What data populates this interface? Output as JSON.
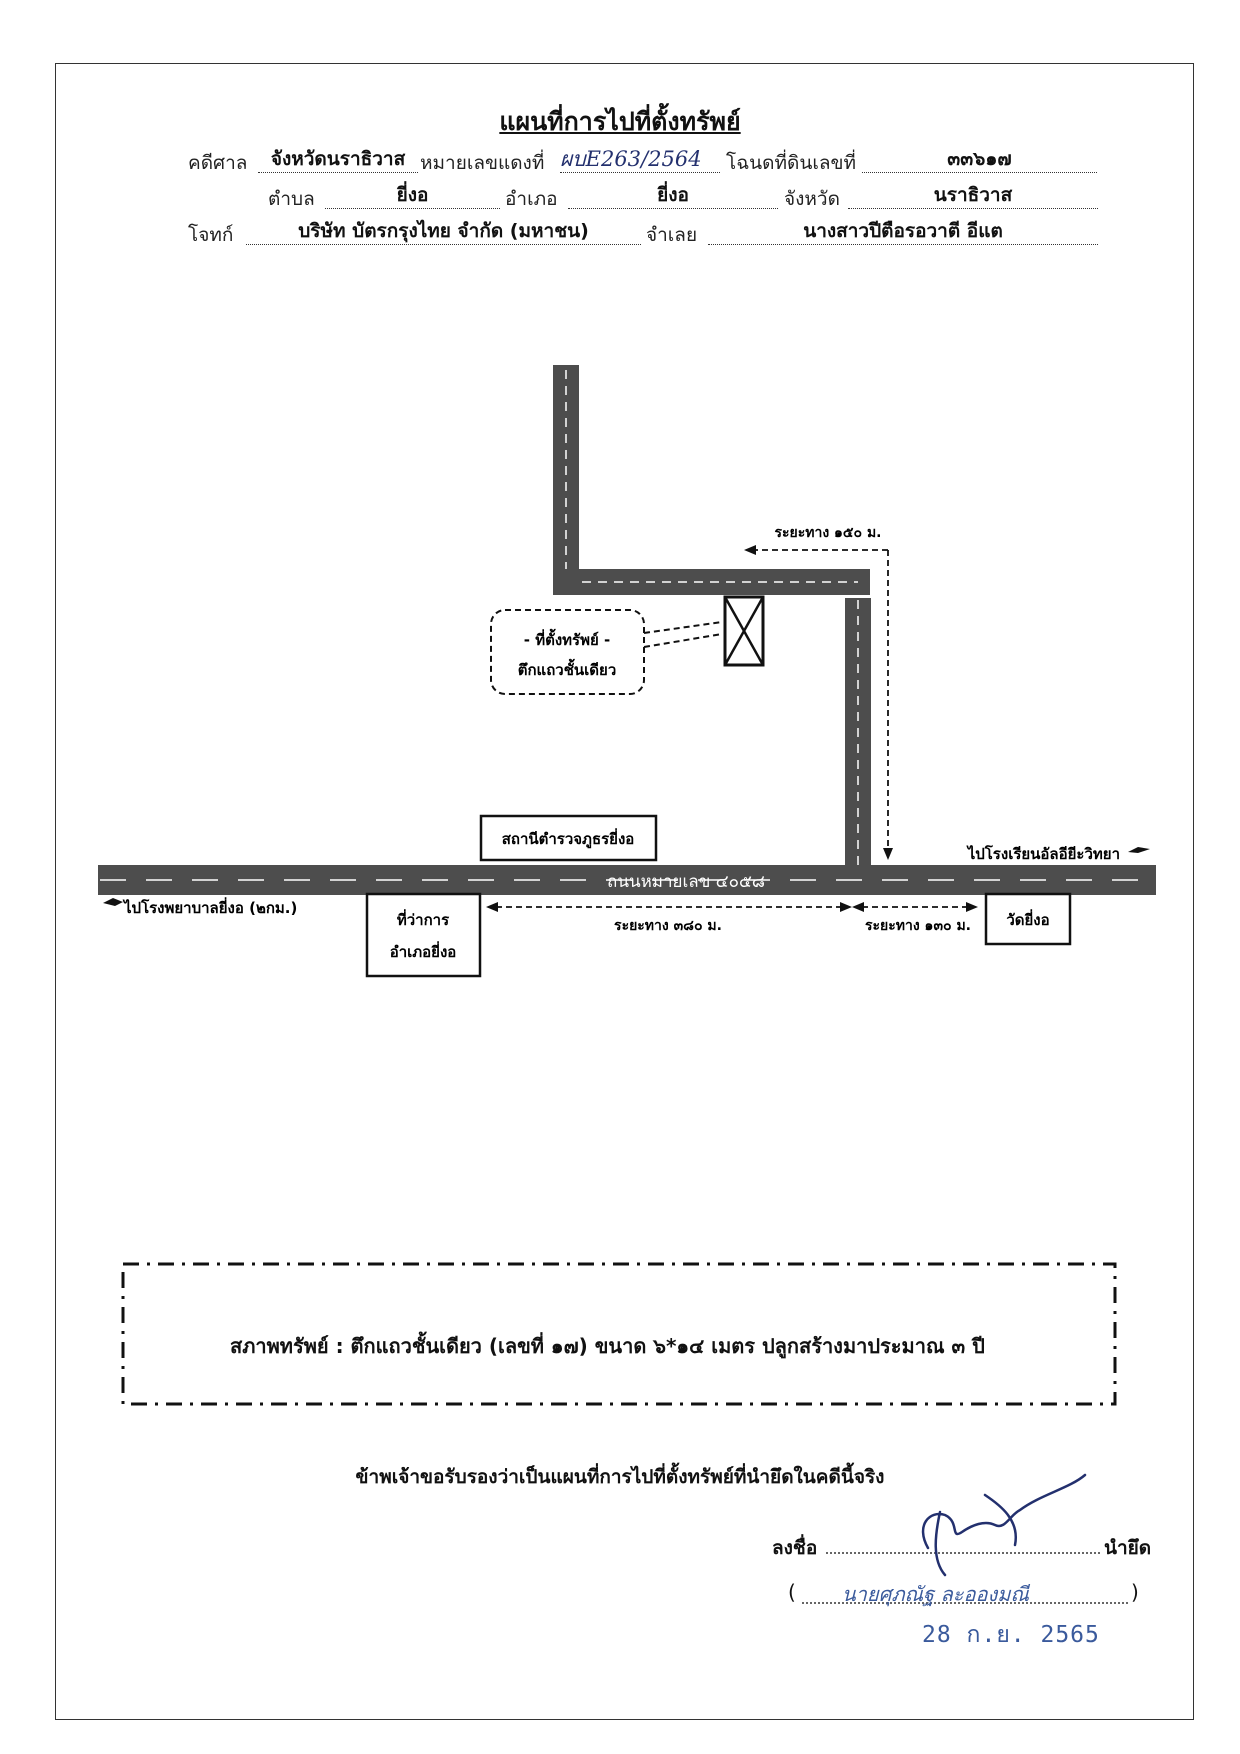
{
  "header": {
    "title": "แผนที่การไปที่ตั้งทรัพย์",
    "court_label": "คดีศาล",
    "court_value": "จังหวัดนราธิวาส",
    "case_label": "หมายเลขแดงที่",
    "case_value": "ผบE263/2564",
    "deed_label": "โฉนดที่ดินเลขที่",
    "deed_value": "๓๓๖๑๗",
    "tambon_label": "ตำบล",
    "tambon_value": "ยี่งอ",
    "amphoe_label": "อำเภอ",
    "amphoe_value": "ยี่งอ",
    "province_label": "จังหวัด",
    "province_value": "นราธิวาส",
    "plaintiff_label": "โจทก์",
    "plaintiff_value": "บริษัท บัตรกรุงไทย จำกัด (มหาชน)",
    "defendant_label": "จำเลย",
    "defendant_value": "นางสาวปีตือรอวาตี อีแต"
  },
  "map": {
    "property_callout_line1": "- ที่ตั้งทรัพย์ -",
    "property_callout_line2": "ตึกแถวชั้นเดียว",
    "distance_150": "ระยะทาง ๑๕๐ ม.",
    "distance_380": "ระยะทาง ๓๘๐ ม.",
    "distance_130": "ระยะทาง ๑๓๐ ม.",
    "police_station": "สถานีตำรวจภูธรยี่งอ",
    "main_road": "ถนนหมายเลข ๔๐๕๘",
    "to_school": "ไปโรงเรียนอัลอียีะวิทยา",
    "to_hospital": "ไปโรงพยาบาลยี่งอ (๒กม.)",
    "district_office_line1": "ที่ว่าการ",
    "district_office_line2": "อำเภอยี่งอ",
    "temple": "วัดยี่งอ",
    "pointer_icon": "pointing-hand-icon"
  },
  "condition": {
    "text": "สภาพทรัพย์ :  ตึกแถวชั้นเดียว (เลขที่ ๑๗) ขนาด ๖*๑๔ เมตร ปลูกสร้างมาประมาณ ๓ ปี"
  },
  "certification": {
    "statement": "ข้าพเจ้าขอรับรองว่าเป็นแผนที่การไปที่ตั้งทรัพย์ที่นำยึดในคดีนี้จริง",
    "sign_label": "ลงชื่อ",
    "role_label": "นำยึด",
    "open_paren": "(",
    "close_paren": ")",
    "signer_name": "นายศุภณัฐ ละอองมณี",
    "date": "28 ก.ย. 2565"
  },
  "colors": {
    "road": "#4d4d4d",
    "ink": "#23306e",
    "stamp": "#3a5a9c"
  }
}
